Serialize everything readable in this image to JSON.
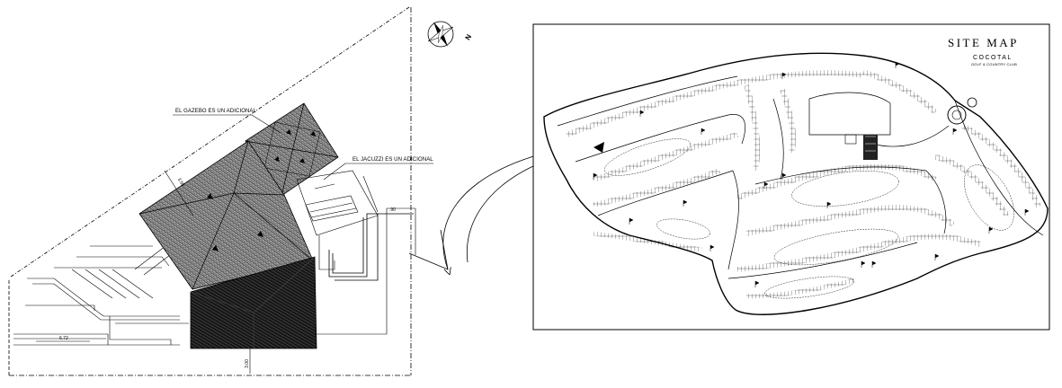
{
  "floor_plan": {
    "gazebo_note": "EL GAZEBO ES UN ADICIONAL",
    "jacuzzi_note": "EL JACUZZI ES UN ADICIONAL",
    "north_label": "N",
    "dimensions": {
      "diagonal": "3.50",
      "side_right": ".90",
      "bottom_left": "6.72",
      "bottom_center": "3.00"
    }
  },
  "site_map": {
    "title": "SITE MAP",
    "brand": "COCOTAL",
    "brand_subtitle": "GOLF & COUNTRY CLUB"
  },
  "colors": {
    "line": "#000000",
    "background": "#ffffff",
    "roof_light": "#8a8a8a",
    "roof_dark": "#1a1a1a"
  }
}
